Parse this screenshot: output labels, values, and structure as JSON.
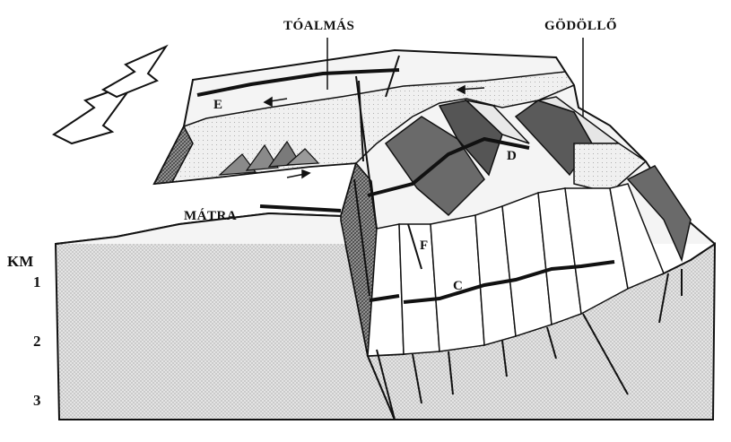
{
  "places": {
    "toalmas": "TÓALMÁS",
    "godollo": "GÖDÖLLŐ",
    "matra": "MÁTRA"
  },
  "depth_axis": {
    "unit": "KM",
    "ticks": [
      "1",
      "2",
      "3"
    ]
  },
  "units": {
    "e": "E",
    "d": "D",
    "f": "F",
    "c": "C"
  },
  "compass_icon": "north-arrow-icon",
  "colors": {
    "ink": "#111111",
    "paper": "#ffffff",
    "stipple_light": "#d9d9d9",
    "stipple_dark": "#9a9a9a",
    "fault_face": "#5a5a5a"
  }
}
